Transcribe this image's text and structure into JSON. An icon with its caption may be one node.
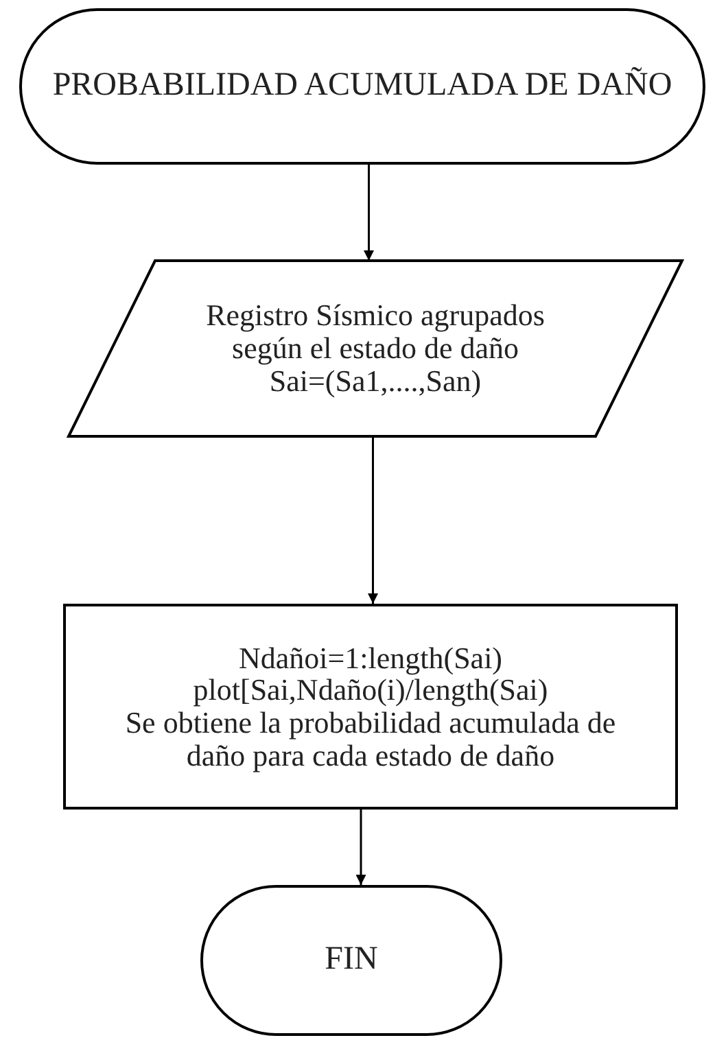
{
  "diagram": {
    "nodes": [
      {
        "text": [
          "PROBABILIDAD ACUMULADA DE DAÑO"
        ]
      },
      {
        "text": [
          "Registro Sísmico agrupados según el estado de daño",
          "Sai=(Sa1,....,San)"
        ]
      },
      {
        "text": [
          "Ndañoi=1:length(Sai)",
          "plot[Sai,Ndaño(i)/length(Sai)",
          "Se obtiene la probabilidad acumulada de daño para cada estado de daño"
        ]
      },
      {
        "text": [
          "FIN"
        ]
      }
    ],
    "edges": [
      {
        "from": 0,
        "to": 1,
        "arrow": "to"
      },
      {
        "from": 1,
        "to": 2,
        "arrow": "to"
      },
      {
        "from": 2,
        "to": 3,
        "arrow": "to"
      }
    ]
  }
}
